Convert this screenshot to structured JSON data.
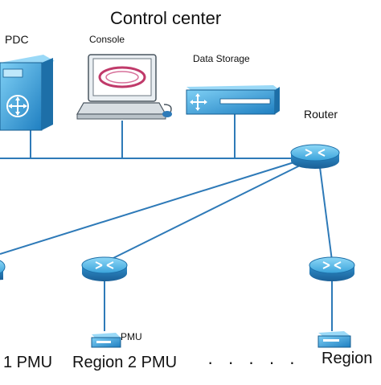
{
  "title": "Control center",
  "labels": {
    "pdc": "PDC",
    "console": "Console",
    "data_storage": "Data Storage",
    "router": "Router",
    "pmu": "PMU",
    "region1": "1 PMU",
    "region2": "Region 2 PMU",
    "ellipsis": "· · · · ·",
    "regionN": "Region"
  },
  "colors": {
    "device_blue": "#3fa6dc",
    "device_dark": "#1d6fa8",
    "router_blue": "#49b1e3",
    "line_blue": "#2e7ab8",
    "console_ring": "#c03a6a"
  }
}
